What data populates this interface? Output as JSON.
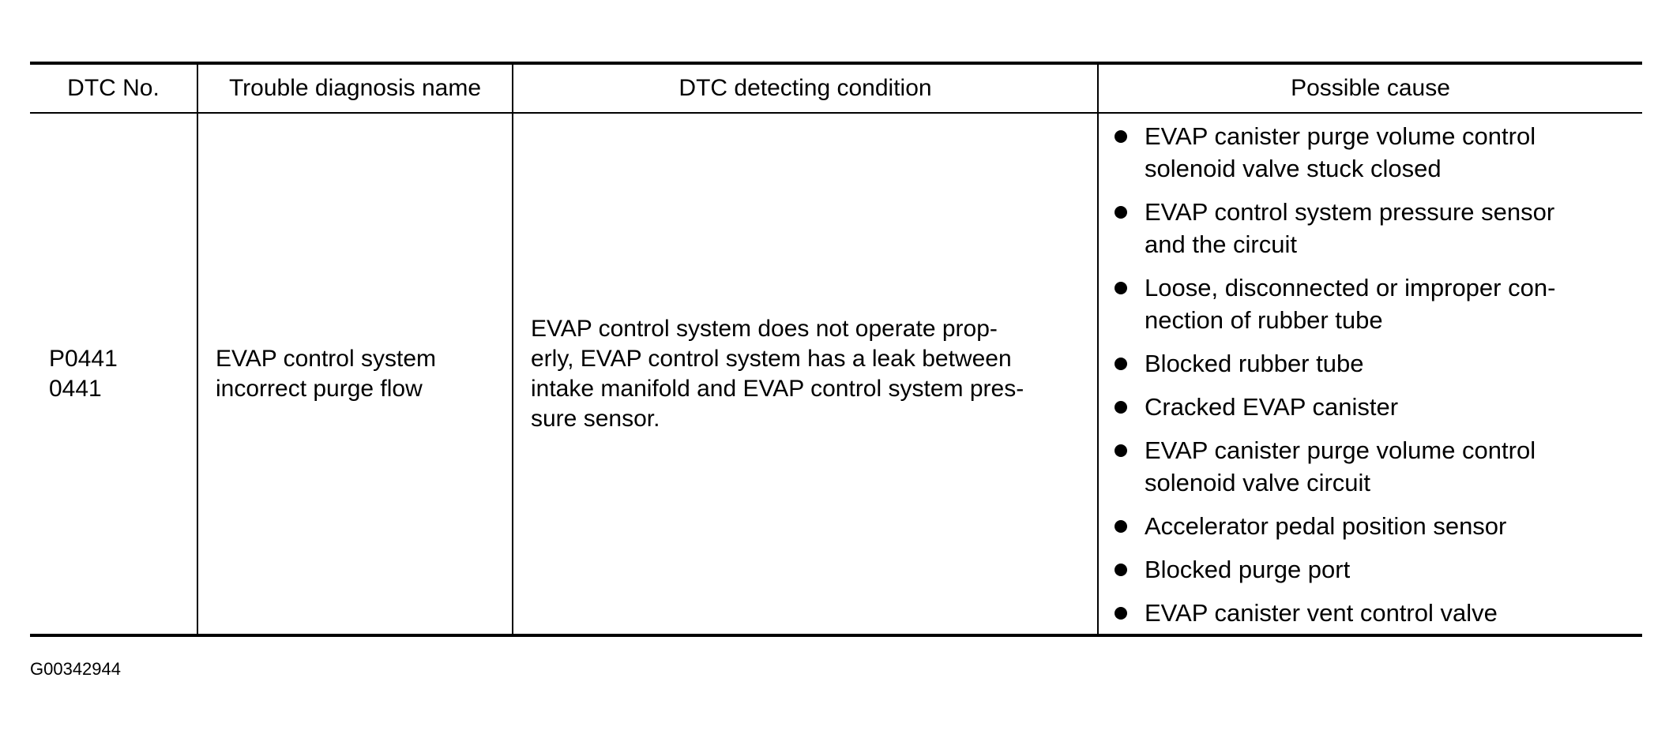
{
  "table": {
    "headers": [
      "DTC No.",
      "Trouble diagnosis name",
      "DTC detecting condition",
      "Possible cause"
    ],
    "row": {
      "dtc_no": [
        "P0441",
        "0441"
      ],
      "diagnosis_name": [
        "EVAP control system",
        "incorrect purge flow"
      ],
      "condition": [
        "EVAP control system does not operate prop-",
        "erly, EVAP control system has a leak between",
        "intake manifold and EVAP control system pres-",
        "sure sensor."
      ],
      "causes": [
        [
          "EVAP canister purge volume control",
          "solenoid valve stuck closed"
        ],
        [
          "EVAP control system pressure sensor",
          "and the circuit"
        ],
        [
          "Loose, disconnected or improper con-",
          "nection of rubber tube"
        ],
        [
          "Blocked rubber tube"
        ],
        [
          "Cracked EVAP canister"
        ],
        [
          "EVAP canister purge volume control",
          "solenoid valve circuit"
        ],
        [
          "Accelerator pedal position sensor"
        ],
        [
          "Blocked purge port"
        ],
        [
          "EVAP canister vent control valve"
        ]
      ]
    }
  },
  "figure_id": "G00342944"
}
